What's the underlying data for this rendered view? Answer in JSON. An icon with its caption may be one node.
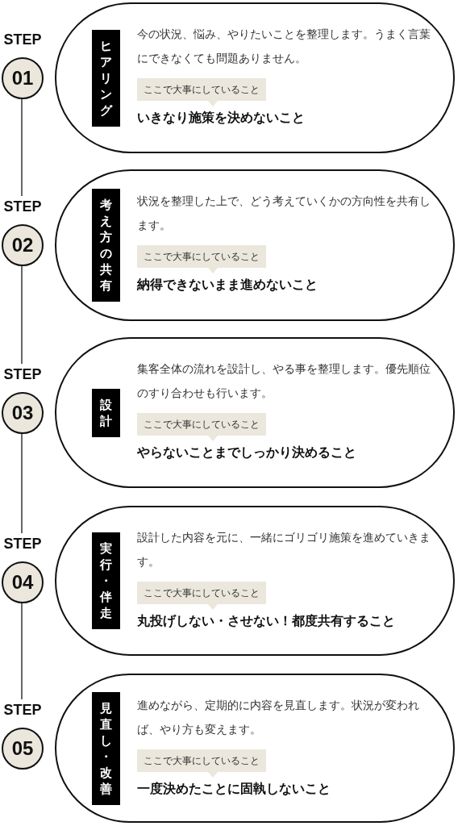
{
  "diagram": {
    "nodes": [
      {
        "text": [
          "STEP",
          "01"
        ]
      },
      {
        "text": [
          "ヒアリング",
          "今の状況、悩み、やりたいことを整理します。うまく言葉にできなくても問題ありません。",
          "ここで大事にしていること",
          "いきなり施策を決めないこと"
        ]
      },
      {
        "text": [
          "STEP",
          "02"
        ]
      },
      {
        "text": [
          "考え方の共有",
          "状況を整理した上で、どう考えていくかの方向性を共有します。",
          "ここで大事にしていること",
          "納得できないまま進めないこと"
        ]
      },
      {
        "text": [
          "STEP",
          "03"
        ]
      },
      {
        "text": [
          "設計",
          "集客全体の流れを設計し、やる事を整理します。優先順位のすり合わせも行います。",
          "ここで大事にしていること",
          "やらないことまでしっかり決めること"
        ]
      },
      {
        "text": [
          "STEP",
          "04"
        ]
      },
      {
        "text": [
          "実行・伴走",
          "設計した内容を元に、一緒にゴリゴリ施策を進めていきます。",
          "ここで大事にしていること",
          "丸投げしない・させない！都度共有すること"
        ]
      },
      {
        "text": [
          "STEP",
          "05"
        ]
      },
      {
        "text": [
          "見直し・改善",
          "進めながら、定期的に内容を見直します。状況が変われば、やり方も変えます。",
          "ここで大事にしていること",
          "一度決めたことに固執しないこと"
        ]
      }
    ],
    "edges": [
      {
        "from": 0,
        "to": 2,
        "arrow": "none"
      },
      {
        "from": 2,
        "to": 4,
        "arrow": "none"
      },
      {
        "from": 4,
        "to": 6,
        "arrow": "none"
      },
      {
        "from": 6,
        "to": 8,
        "arrow": "none"
      }
    ]
  }
}
